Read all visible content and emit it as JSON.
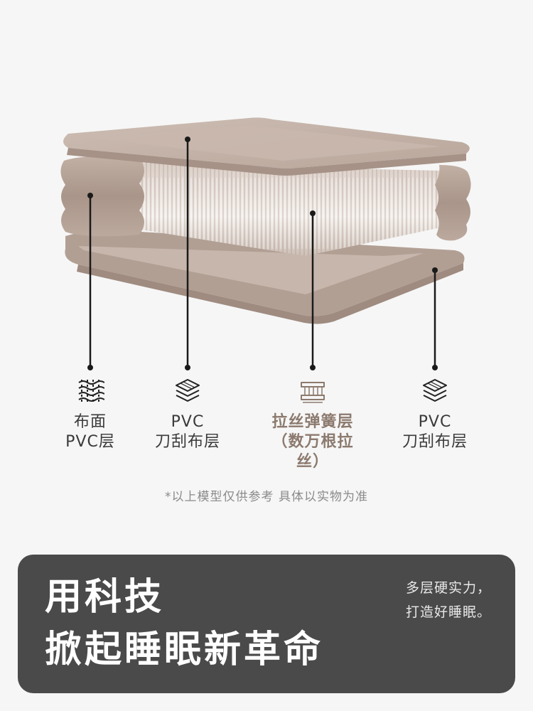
{
  "layers": [
    {
      "line1": "布面",
      "line2": "PVC层",
      "icon": "woven-fabric-icon"
    },
    {
      "line1": "PVC",
      "line2": "刀刮布层",
      "icon": "stacked-layers-icon"
    },
    {
      "line1": "拉丝弹簧层",
      "line2": "（数万根拉丝）",
      "icon": "drop-stitch-icon"
    },
    {
      "line1": "PVC",
      "line2": "刀刮布层",
      "icon": "stacked-layers-icon"
    }
  ],
  "disclaimer": "*以上模型仅供参考 具体以实物为准",
  "banner": {
    "headline_line1": "用科技",
    "headline_line2": "掀起睡眠新革命",
    "side_line1": "多层硬实力，",
    "side_line2": "打造好睡眠。"
  },
  "colors": {
    "background": "#f6f6f6",
    "panel": "#b8a59b",
    "highlight_text": "#8c7a6e",
    "banner": "#4a4a4a"
  }
}
